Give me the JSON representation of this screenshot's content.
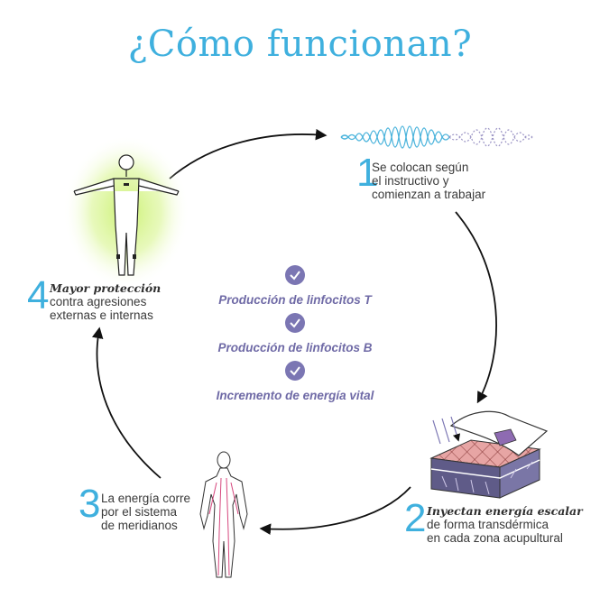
{
  "title": "¿Cómo funcionan?",
  "steps": [
    {
      "number": "1",
      "lines": [
        "Se colocan según",
        "el instructivo y",
        "comienzan a trabajar"
      ]
    },
    {
      "number": "2",
      "emphasis": "Inyectan energía escalar",
      "lines": [
        "de forma transdérmica",
        "en cada zona acupultural"
      ]
    },
    {
      "number": "3",
      "lines": [
        "La energía corre",
        "por el sistema",
        "de meridianos"
      ]
    },
    {
      "number": "4",
      "emphasis": "Mayor protección",
      "lines": [
        "contra agresiones",
        "externas e internas"
      ]
    }
  ],
  "benefits": [
    "Producción de linfocitos T",
    "Producción de linfocitos B",
    "Incremento de energía vital"
  ],
  "colors": {
    "accent": "#3fb0de",
    "benefit_text": "#6f6aa6",
    "check": "#7b76b3",
    "arrow": "#111111"
  },
  "icons": [
    "wave-icon",
    "patch-skin-icon",
    "meridian-body-icon",
    "glowing-body-icon",
    "check-icon"
  ]
}
